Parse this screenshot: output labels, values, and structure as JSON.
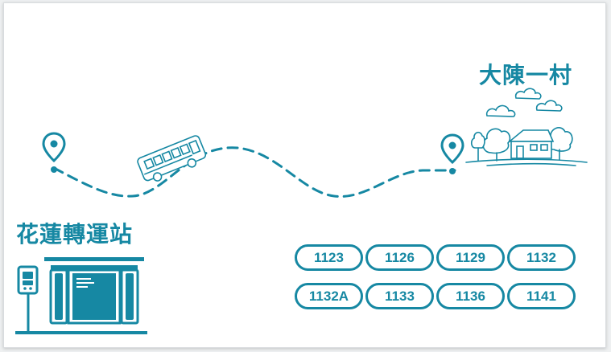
{
  "destination": {
    "name": "大陳一村"
  },
  "origin": {
    "name": "花蓮轉運站"
  },
  "routes": [
    "1123",
    "1126",
    "1129",
    "1132",
    "1132A",
    "1133",
    "1136",
    "1141"
  ],
  "colors": {
    "accent": "#1688a3",
    "background": "#ffffff"
  },
  "icons": [
    "map-pin-icon",
    "bus-icon",
    "village-house-icon",
    "cloud-icon",
    "tree-icon",
    "bus-stop-sign-icon",
    "bus-shelter-icon"
  ]
}
